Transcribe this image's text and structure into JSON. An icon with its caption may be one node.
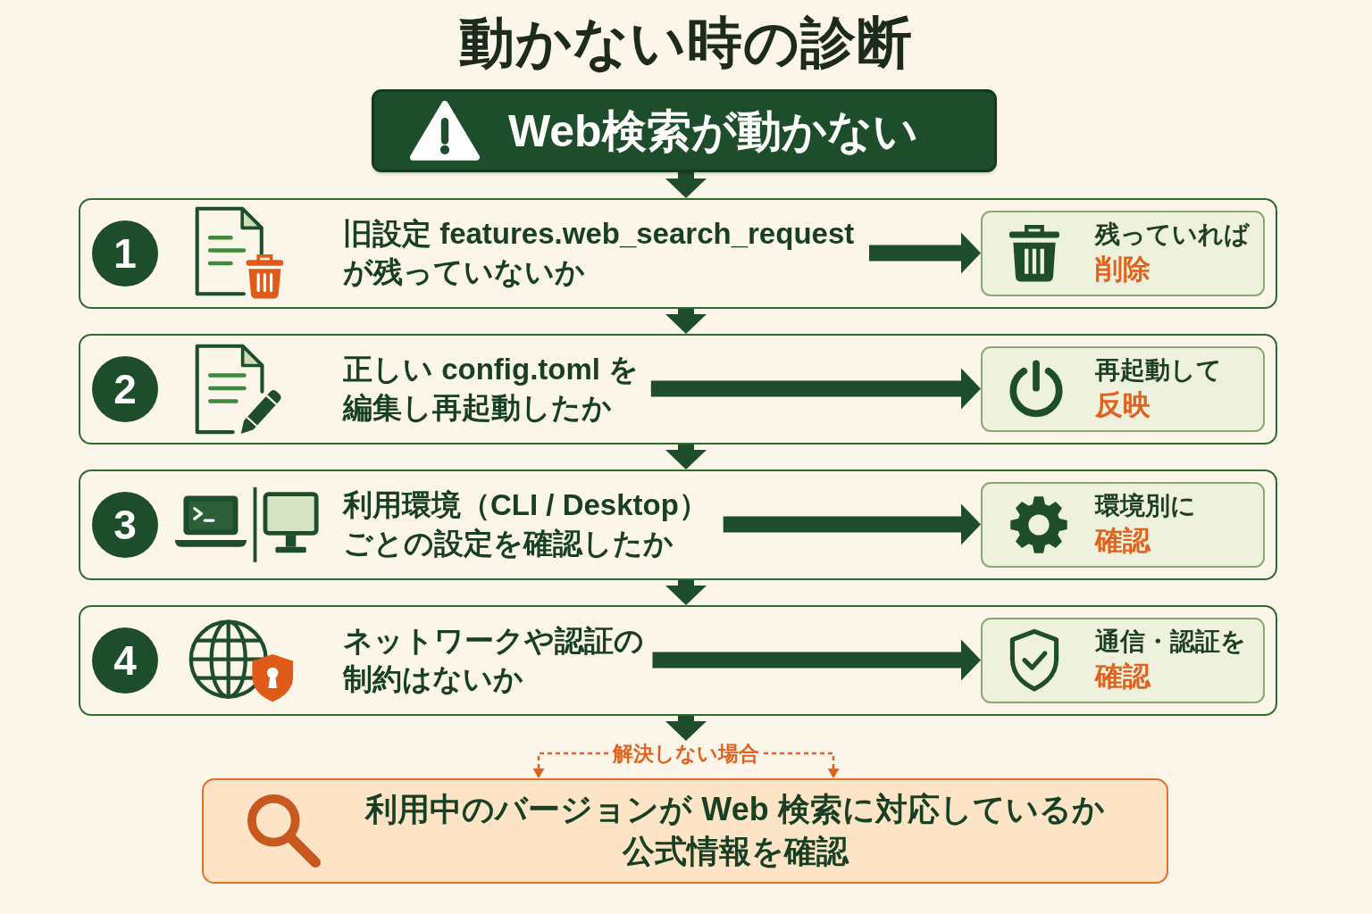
{
  "diagram": {
    "title": "動かない時の診断",
    "nodes": [
      {
        "text": [
          "Web検索が動かない"
        ]
      },
      {
        "text": [],
        "shape": "box"
      },
      {
        "text": [
          "1"
        ],
        "in": 1
      },
      {
        "text": [
          "旧設定 features.web_search_requestが残っていないか"
        ],
        "in": 1
      },
      {
        "text": [
          "残っていれば",
          "削除"
        ],
        "in": 1
      },
      {
        "text": [],
        "shape": "box"
      },
      {
        "text": [
          "2"
        ],
        "in": 5
      },
      {
        "text": [
          "正しい config.toml を編集し再起動したか"
        ],
        "in": 5
      },
      {
        "text": [
          "再起動して",
          "反映"
        ],
        "in": 5
      },
      {
        "text": [],
        "shape": "box"
      },
      {
        "text": [
          "3"
        ],
        "in": 9
      },
      {
        "text": [
          "利用環境（CLI / Desktop）ごとの設定を確認したか"
        ],
        "in": 9
      },
      {
        "text": [
          "環境別に",
          "確認"
        ],
        "in": 9
      },
      {
        "text": [],
        "shape": "box"
      },
      {
        "text": [
          "4"
        ],
        "in": 13
      },
      {
        "text": [
          "ネットワークや認証の制約はないか"
        ],
        "in": 13
      },
      {
        "text": [
          "通信・認証を",
          "確認"
        ],
        "in": 13
      },
      {
        "text": [
          "解決しない場合"
        ]
      },
      {
        "text": [
          "利用中のバージョンが Web 検索に対応しているか公式情報を確認"
        ]
      }
    ],
    "edges": [
      {
        "from": 0,
        "to": 1,
        "arrow": "to"
      },
      {
        "from": 3,
        "to": 4,
        "arrow": "to"
      },
      {
        "from": 1,
        "to": 5,
        "arrow": "to"
      },
      {
        "from": 7,
        "to": 8,
        "arrow": "to"
      },
      {
        "from": 5,
        "to": 9,
        "arrow": "to"
      },
      {
        "from": 11,
        "to": 12,
        "arrow": "to"
      },
      {
        "from": 9,
        "to": 13,
        "arrow": "to"
      },
      {
        "from": 15,
        "to": 16,
        "arrow": "to"
      },
      {
        "from": 13,
        "to": 17,
        "arrow": "to"
      },
      {
        "from": 17,
        "to": 18,
        "arrow": "to",
        "style": "dashed",
        "color": "#e0621c"
      }
    ]
  }
}
